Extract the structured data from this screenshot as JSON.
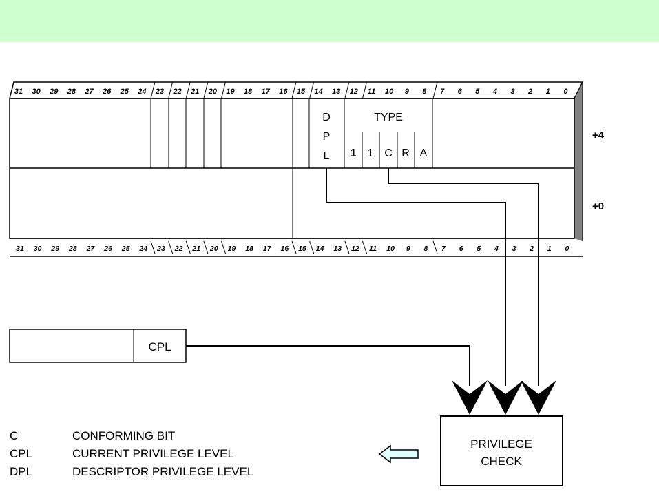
{
  "colors": {
    "banner": "#ccffcc",
    "hollow_arrow": "#e0ffff"
  },
  "descriptor": {
    "top_bits": [
      "31",
      "30",
      "29",
      "28",
      "27",
      "26",
      "25",
      "24",
      "23",
      "22",
      "21",
      "20",
      "19",
      "18",
      "17",
      "16",
      "15",
      "14",
      "13",
      "12",
      "11",
      "10",
      "9",
      "8",
      "7",
      "6",
      "5",
      "4",
      "3",
      "2",
      "1",
      "0"
    ],
    "bottom_bits": [
      "31",
      "30",
      "29",
      "28",
      "27",
      "26",
      "25",
      "24",
      "23",
      "22",
      "21",
      "20",
      "19",
      "18",
      "17",
      "16",
      "15",
      "14",
      "13",
      "12",
      "11",
      "10",
      "9",
      "8",
      "7",
      "6",
      "5",
      "4",
      "3",
      "2",
      "1",
      "0"
    ],
    "dpl_letters": [
      "D",
      "P",
      "L"
    ],
    "type_label": "TYPE",
    "type_bits": [
      "1",
      "1",
      "C",
      "R",
      "A"
    ],
    "offset_high": "+4",
    "offset_low": "+0"
  },
  "cpl_box": {
    "label": "CPL"
  },
  "privilege_check": {
    "line1": "PRIVILEGE",
    "line2": "CHECK"
  },
  "legend": [
    {
      "abbr": "C",
      "meaning": "CONFORMING BIT"
    },
    {
      "abbr": "CPL",
      "meaning": "CURRENT PRIVILEGE LEVEL"
    },
    {
      "abbr": "DPL",
      "meaning": "DESCRIPTOR PRIVILEGE LEVEL"
    }
  ]
}
